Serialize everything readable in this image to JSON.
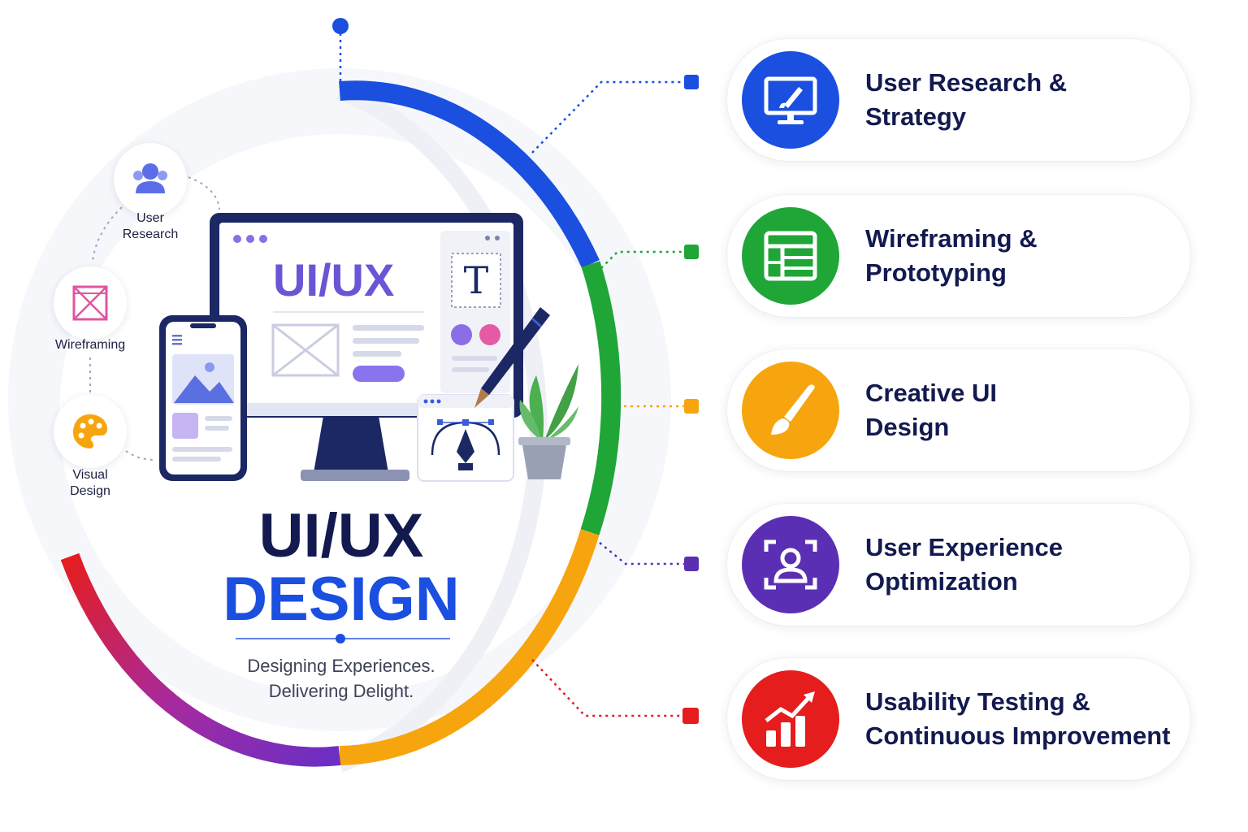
{
  "hero": {
    "title_line1": "UI/UX",
    "title_line2": "DESIGN",
    "tagline_line1": "Designing Experiences.",
    "tagline_line2": "Delivering Delight.",
    "screen_heading": "UI/UX",
    "typography_glyph": "T"
  },
  "mini_steps": [
    {
      "line1": "User",
      "line2": "Research",
      "icon": "users-icon"
    },
    {
      "line1": "Wireframing",
      "line2": "",
      "icon": "wireframe-icon"
    },
    {
      "line1": "Visual",
      "line2": "Design",
      "icon": "palette-icon"
    }
  ],
  "stages": [
    {
      "line1": "User Research &",
      "line2": "Strategy",
      "color": "#1a4fe0",
      "icon": "monitor-brush-icon"
    },
    {
      "line1": "Wireframing &",
      "line2": "Prototyping",
      "color": "#1fa637",
      "icon": "layout-grid-icon"
    },
    {
      "line1": "Creative UI",
      "line2": "Design",
      "color": "#f7a50f",
      "icon": "paintbrush-icon"
    },
    {
      "line1": "User Experience",
      "line2": "Optimization",
      "color": "#5b2fb4",
      "icon": "user-focus-icon"
    },
    {
      "line1": "Usability Testing &",
      "line2": "Continuous Improvement",
      "color": "#e51d1d",
      "icon": "growth-chart-icon"
    }
  ],
  "colors": {
    "navy": "#121a4f",
    "accent_blue": "#1a4fe0",
    "green": "#1fa637",
    "orange": "#f7a50f",
    "purple": "#5b2fb4",
    "red": "#e51d1d"
  }
}
